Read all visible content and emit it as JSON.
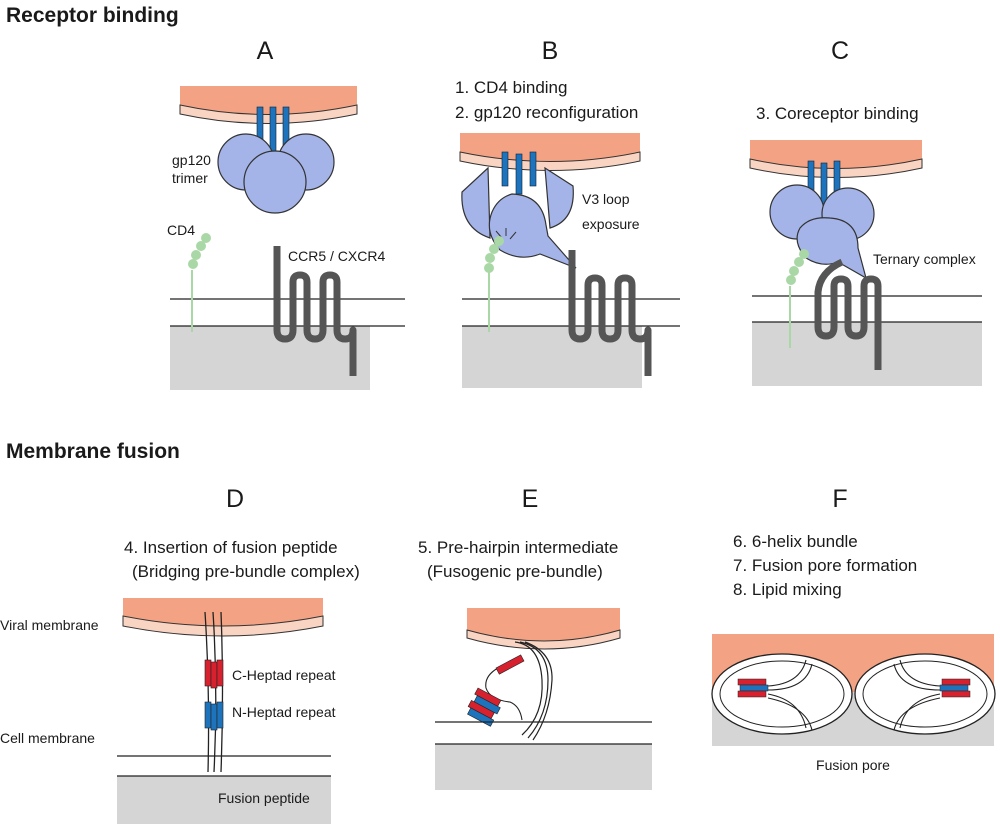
{
  "sections": {
    "receptor_binding": "Receptor binding",
    "membrane_fusion": "Membrane fusion"
  },
  "panels": {
    "A": {
      "letter": "A",
      "label_gp120": "gp120",
      "label_trimer": "trimer",
      "label_cd4": "CD4",
      "label_ccr5": "CCR5 / CXCR4"
    },
    "B": {
      "letter": "B",
      "step1": "1. CD4 binding",
      "step2": "2. gp120 reconfiguration",
      "label_v3_a": "V3 loop",
      "label_v3_b": "exposure"
    },
    "C": {
      "letter": "C",
      "step3": "3. Coreceptor binding",
      "label_ternary": "Ternary complex"
    },
    "D": {
      "letter": "D",
      "step4_a": "4. Insertion of fusion peptide",
      "step4_b": "(Bridging pre-bundle complex)",
      "label_viral": "Viral membrane",
      "label_cheptad": "C-Heptad repeat",
      "label_nheptad": "N-Heptad repeat",
      "label_cell": "Cell membrane",
      "label_fusion_peptide": "Fusion peptide"
    },
    "E": {
      "letter": "E",
      "step5_a": "5. Pre-hairpin intermediate",
      "step5_b": "(Fusogenic pre-bundle)"
    },
    "F": {
      "letter": "F",
      "step6": "6. 6-helix bundle",
      "step7": "7. Fusion pore formation",
      "step8": "8. Lipid mixing",
      "label_pore": "Fusion pore"
    }
  },
  "colors": {
    "viral_fill": "#f3a383",
    "viral_rim": "#f9d4c3",
    "gp120": "#a4b4e8",
    "gp41": "#1d73bc",
    "cd4": "#a9d8a6",
    "coreceptor": "#555555",
    "cell_fill": "#d5d5d5",
    "heptad_red": "#d7212e",
    "heptad_blue": "#1d73bc"
  }
}
